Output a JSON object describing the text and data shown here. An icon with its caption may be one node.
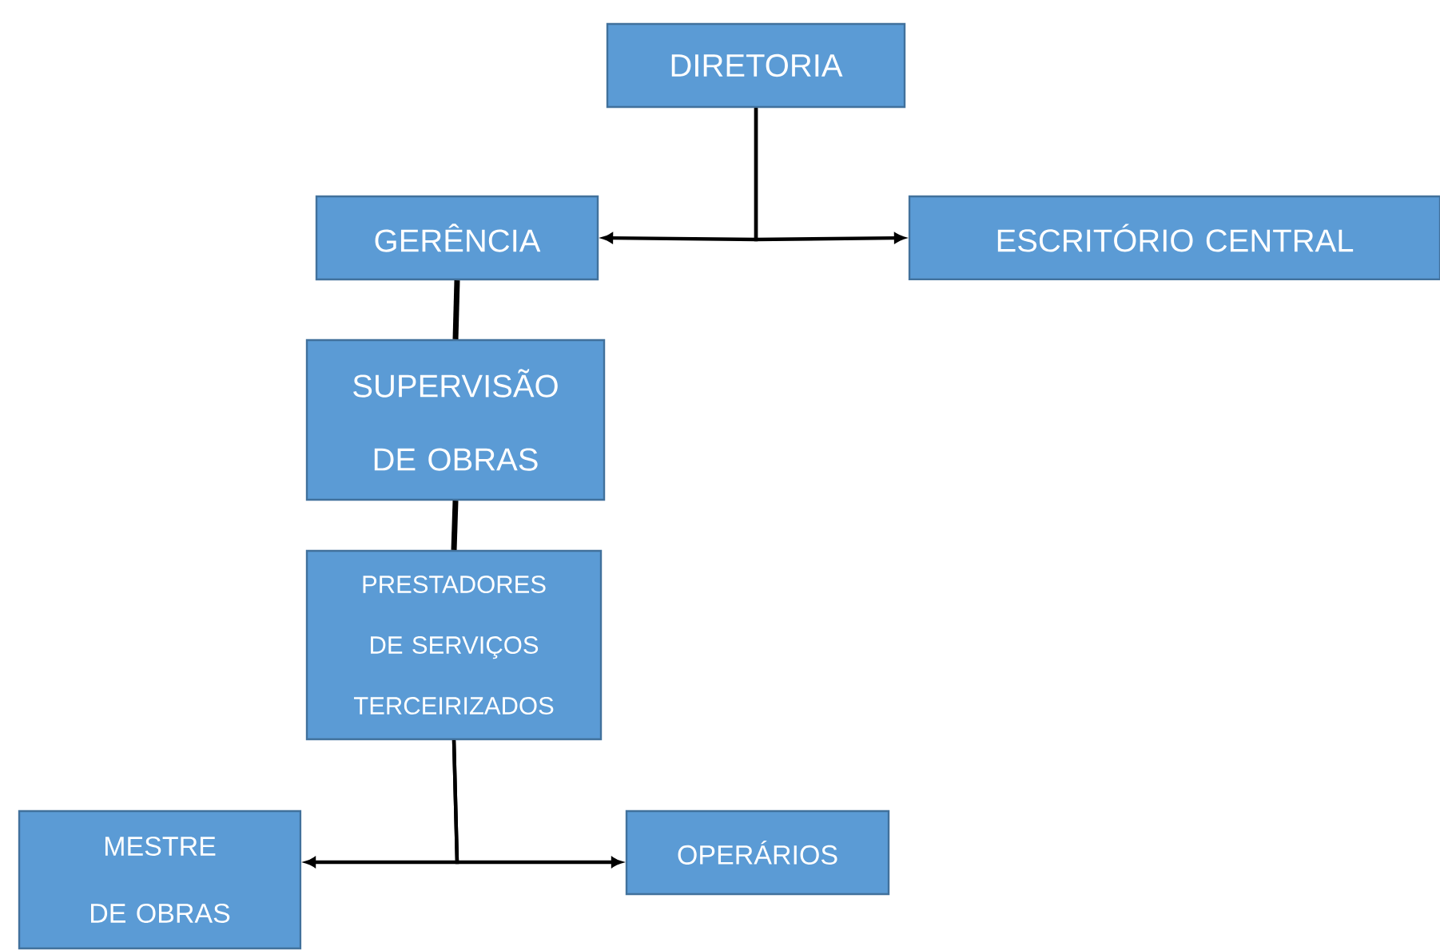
{
  "diagram": {
    "nodes": [
      {
        "text": [
          "DIRETORIA"
        ]
      },
      {
        "text": [
          "GERÊNCIA"
        ]
      },
      {
        "text": [
          "ESCRITÓRIO CENTRAL"
        ]
      },
      {
        "text": [
          "SUPERVISÃO DE OBRAS"
        ]
      },
      {
        "text": [
          "PRESTADORES DE SERVIÇOS TERCEIRIZADOS"
        ]
      },
      {
        "text": [
          "MESTRE DE OBRAS"
        ]
      },
      {
        "text": [
          "OPERÁRIOS"
        ]
      }
    ],
    "edges": [
      {
        "from": 0,
        "to": 1,
        "arrow": "to"
      },
      {
        "from": 0,
        "to": 2,
        "arrow": "to"
      },
      {
        "from": 1,
        "to": 3,
        "arrow": "none"
      },
      {
        "from": 3,
        "to": 4,
        "arrow": "none"
      },
      {
        "from": 4,
        "to": 5,
        "arrow": "to"
      },
      {
        "from": 4,
        "to": 6,
        "arrow": "to"
      }
    ]
  }
}
